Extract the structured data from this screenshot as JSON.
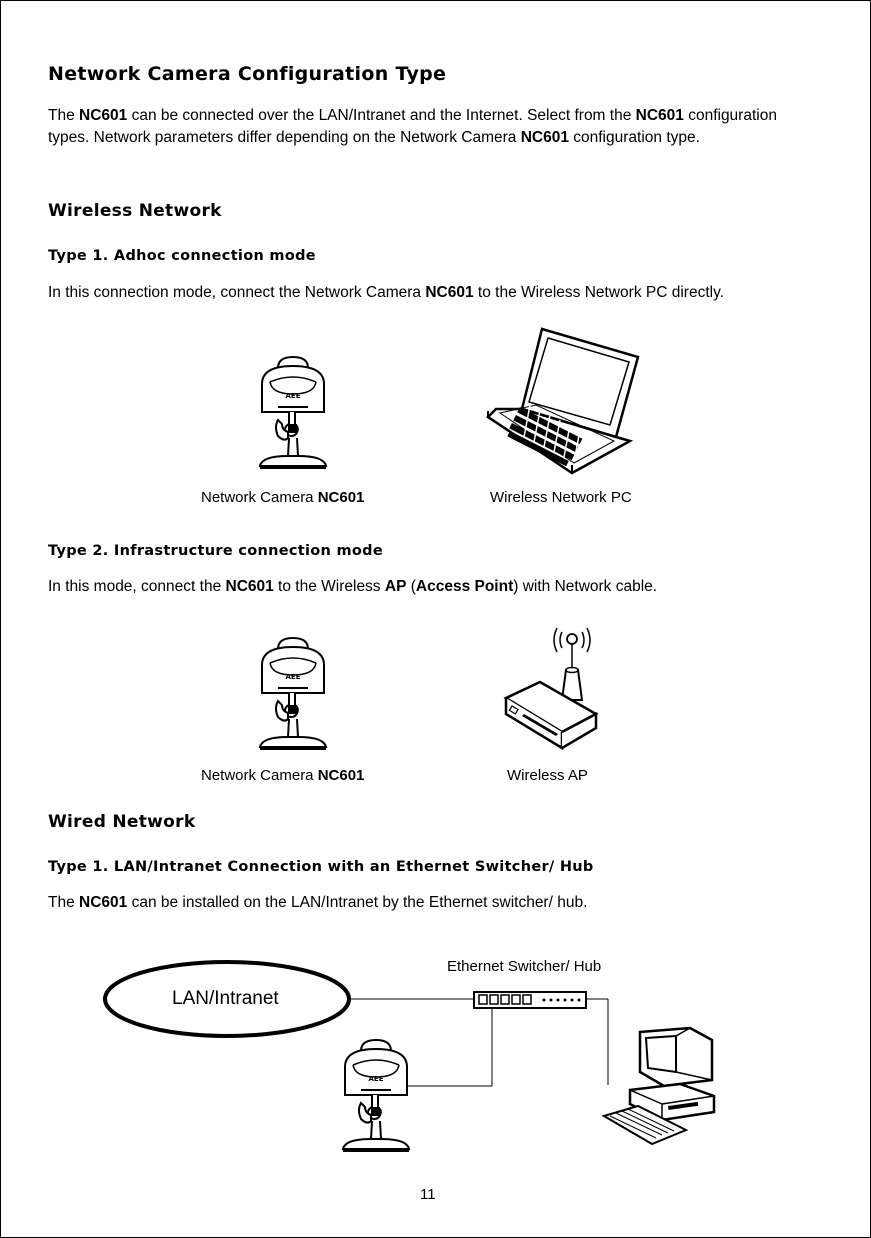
{
  "page_title": "Network Camera Configuration Type",
  "intro": {
    "l1_a": "The ",
    "l1_b": "NC601",
    "l1_c": " can be connected over the LAN/Intranet and the Internet. Select from the ",
    "l1_d": "NC601",
    "l1_e": " configuration",
    "l2_a": "types. Network parameters differ depending on the Network Camera ",
    "l2_b": "NC601",
    "l2_c": " configuration type."
  },
  "wireless": {
    "heading": "Wireless Network",
    "type1": {
      "heading": "Type 1. Adhoc connection mode",
      "text_a": "In this connection mode, connect the Network Camera ",
      "text_b": "NC601",
      "text_c": " to the Wireless Network PC directly.",
      "cap_camera_a": "Network Camera ",
      "cap_camera_b": "NC601",
      "cap_pc": "Wireless Network PC"
    },
    "type2": {
      "heading": "Type 2. Infrastructure connection mode",
      "text_a": "In this mode, connect the ",
      "text_b": "NC601",
      "text_c": " to the Wireless ",
      "text_d": "AP",
      "text_e": " (",
      "text_f": "Access Point",
      "text_g": ") with Network cable.",
      "cap_camera_a": "Network Camera ",
      "cap_camera_b": "NC601",
      "cap_ap": "Wireless AP"
    }
  },
  "wired": {
    "heading": "Wired Network",
    "type1": {
      "heading": "Type 1. LAN/Intranet  Connection with an Ethernet Switcher/ Hub",
      "text_a": "The ",
      "text_b": "NC601",
      "text_c": " can be installed on the LAN/Intranet by the Ethernet switcher/ hub.",
      "cap_switch": "Ethernet Switcher/ Hub",
      "cap_lan": "LAN/Intranet"
    }
  },
  "camera_logo": "AEE",
  "page_number": "11"
}
